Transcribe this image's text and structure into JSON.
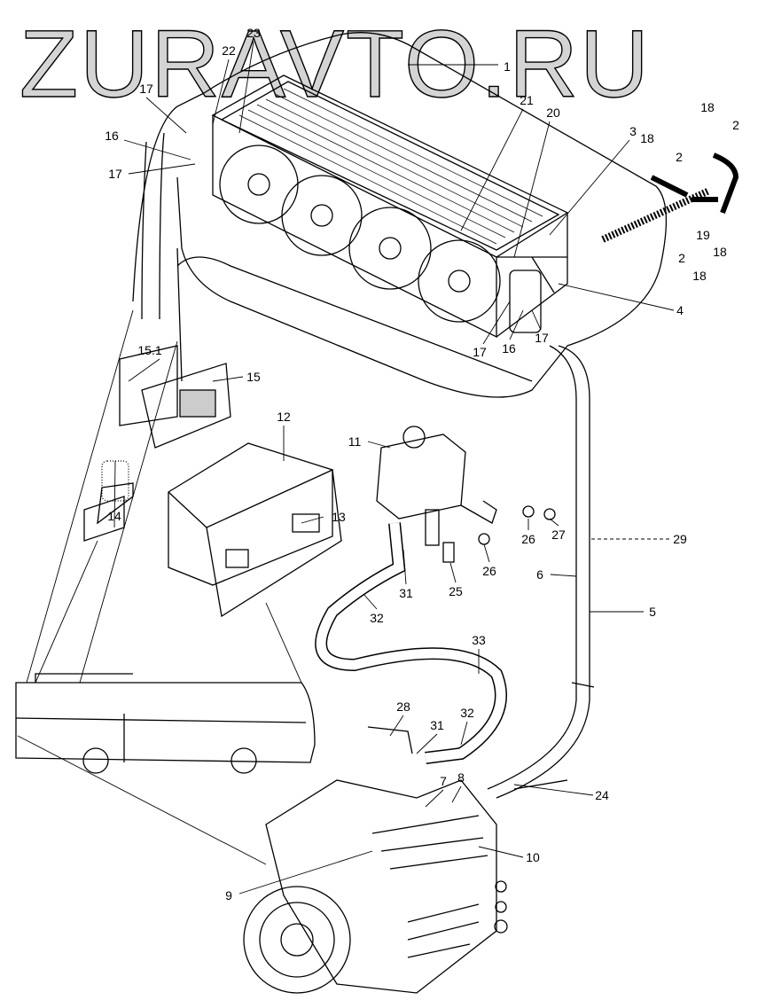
{
  "watermark": "ZURAVTO.RU",
  "callouts": [
    {
      "id": "c1",
      "text": "1"
    },
    {
      "id": "c22",
      "text": "22"
    },
    {
      "id": "c23",
      "text": "23"
    },
    {
      "id": "c17a",
      "text": "17"
    },
    {
      "id": "c16a",
      "text": "16"
    },
    {
      "id": "c17b",
      "text": "17"
    },
    {
      "id": "c21",
      "text": "21"
    },
    {
      "id": "c20",
      "text": "20"
    },
    {
      "id": "c3",
      "text": "3"
    },
    {
      "id": "c18a",
      "text": "18"
    },
    {
      "id": "c2a",
      "text": "2"
    },
    {
      "id": "c18b",
      "text": "18"
    },
    {
      "id": "c2b",
      "text": "2"
    },
    {
      "id": "c19",
      "text": "19"
    },
    {
      "id": "c18c",
      "text": "18"
    },
    {
      "id": "c2c",
      "text": "2"
    },
    {
      "id": "c18d",
      "text": "18"
    },
    {
      "id": "c4",
      "text": "4"
    },
    {
      "id": "c17c",
      "text": "17"
    },
    {
      "id": "c16b",
      "text": "16"
    },
    {
      "id": "c17d",
      "text": "17"
    },
    {
      "id": "c151",
      "text": "15.1"
    },
    {
      "id": "c15",
      "text": "15"
    },
    {
      "id": "c12",
      "text": "12"
    },
    {
      "id": "c11",
      "text": "11"
    },
    {
      "id": "c14",
      "text": "14"
    },
    {
      "id": "c13",
      "text": "13"
    },
    {
      "id": "c26a",
      "text": "26"
    },
    {
      "id": "c27",
      "text": "27"
    },
    {
      "id": "c29",
      "text": "29"
    },
    {
      "id": "c26b",
      "text": "26"
    },
    {
      "id": "c25",
      "text": "25"
    },
    {
      "id": "c6",
      "text": "6"
    },
    {
      "id": "c5",
      "text": "5"
    },
    {
      "id": "c31a",
      "text": "31"
    },
    {
      "id": "c32a",
      "text": "32"
    },
    {
      "id": "c33",
      "text": "33"
    },
    {
      "id": "c28",
      "text": "28"
    },
    {
      "id": "c31b",
      "text": "31"
    },
    {
      "id": "c32b",
      "text": "32"
    },
    {
      "id": "c7",
      "text": "7"
    },
    {
      "id": "c8",
      "text": "8"
    },
    {
      "id": "c24",
      "text": "24"
    },
    {
      "id": "c10",
      "text": "10"
    },
    {
      "id": "c9",
      "text": "9"
    }
  ]
}
